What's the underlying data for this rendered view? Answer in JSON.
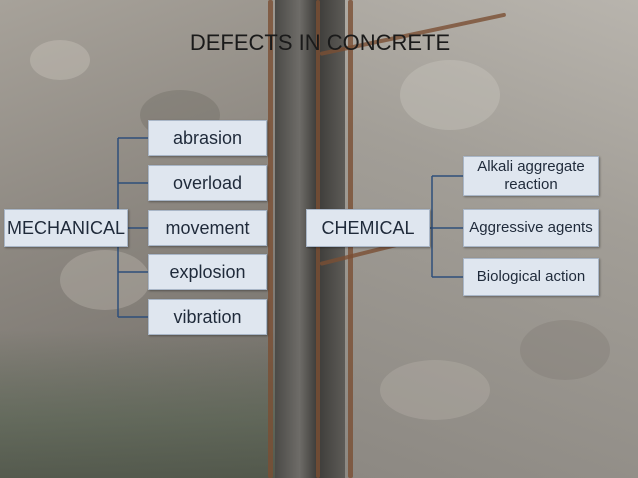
{
  "title": "DEFECTS IN CONCRETE",
  "mechanical": {
    "label": "MECHANICAL",
    "children": [
      "abrasion",
      "overload",
      "movement",
      "explosion",
      "vibration"
    ]
  },
  "chemical": {
    "label": "CHEMICAL",
    "children": [
      "Alkali aggregate reaction",
      "Aggressive agents",
      "Biological action"
    ]
  },
  "colors": {
    "node_fill": "#dfe6ef",
    "node_border": "#a9b6c7",
    "connector": "#2e4f7a",
    "text": "#1f2a3a"
  }
}
